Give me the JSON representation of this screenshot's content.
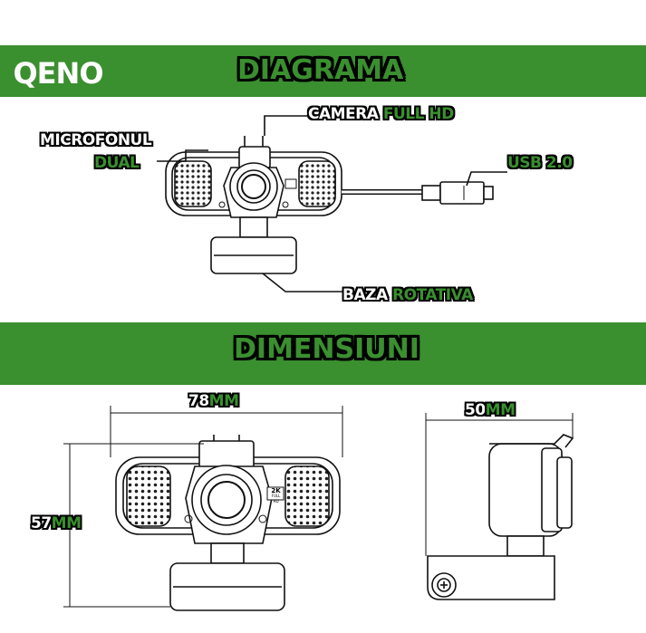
{
  "brand": {
    "logo_text": "QENO"
  },
  "sections": {
    "diagram_title": "DIAGRAMA",
    "dimensions_title": "DIMENSIUNI"
  },
  "labels": {
    "camera": {
      "part1": "CAMERA",
      "part2": "FULL HD"
    },
    "microphone": {
      "part1": "MICROFONUL",
      "part2": "DUAL"
    },
    "usb": {
      "text": "USB 2.0"
    },
    "base": {
      "part1": "BAZA",
      "part2": "ROTATIVA"
    }
  },
  "dimensions": {
    "width": {
      "num": "78",
      "unit": "MM"
    },
    "height": {
      "num": "57",
      "unit": "MM"
    },
    "depth": {
      "num": "50",
      "unit": "MM"
    }
  },
  "badge": {
    "line1": "2K",
    "line2": "FULL HD"
  },
  "colors": {
    "accent": "#3a8f2f",
    "outline": "#000000"
  }
}
